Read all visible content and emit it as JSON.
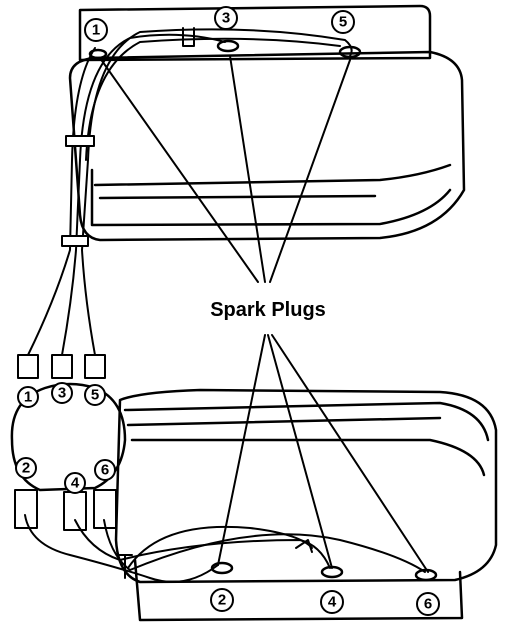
{
  "callout": {
    "label": "Spark Plugs"
  },
  "plug_labels": {
    "top": [
      "1",
      "3",
      "5"
    ],
    "bottom": [
      "2",
      "4",
      "6"
    ]
  },
  "distributor_labels": {
    "upper": [
      "1",
      "3",
      "5"
    ],
    "lower": [
      "2",
      "4",
      "6"
    ]
  }
}
